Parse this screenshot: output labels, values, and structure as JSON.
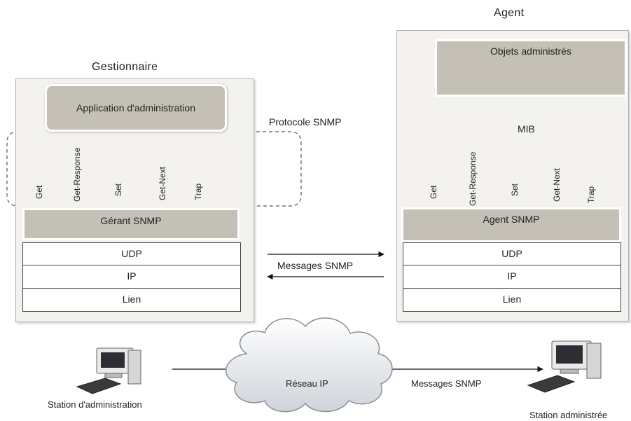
{
  "manager": {
    "title": "Gestionnaire",
    "app_label": "Application d'administration",
    "snmp_label": "Gérant SNMP",
    "layers": [
      "UDP",
      "IP",
      "Lien"
    ],
    "ops": [
      "Get",
      "Get-Response",
      "Set",
      "Get-Next",
      "Trap"
    ]
  },
  "agent": {
    "title": "Agent",
    "objects_label": "Objets administrés",
    "mib_label": "MIB",
    "snmp_label": "Agent SNMP",
    "layers": [
      "UDP",
      "IP",
      "Lien"
    ],
    "ops": [
      "Get",
      "Get-Response",
      "Set",
      "Get-Next",
      "Trap"
    ]
  },
  "protocol_label": "Protocole SNMP",
  "messages_label": "Messages SNMP",
  "network": {
    "cloud_label": "Réseau IP",
    "messages_label": "Messages SNMP",
    "station_admin_label": "Station d'administration",
    "station_managed_label": "Station administrée"
  }
}
